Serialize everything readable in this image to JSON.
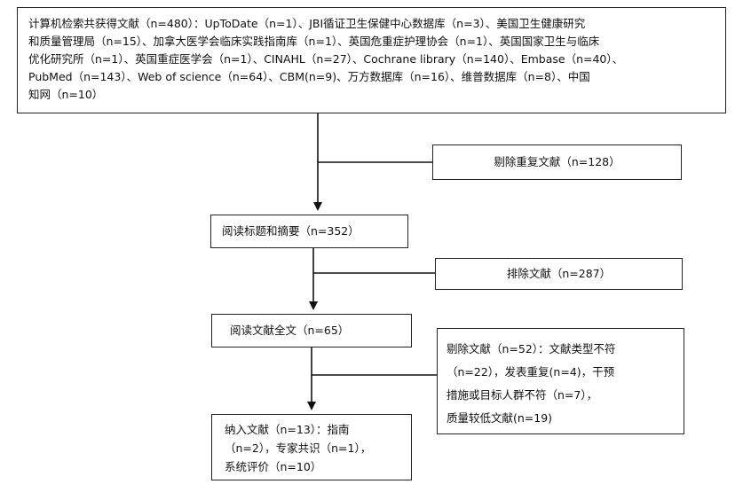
{
  "flowchart": {
    "search_box": {
      "lines": [
        "计算机检索共获得文献（n=480）：UpToDate（n=1）、JBI循证卫生保健中心数据库（n=3）、美国卫生健康研究",
        "和质量管理局（n=15）、加拿大医学会临床实践指南库（n=1）、英国危重症护理协会（n=1）、英国国家卫生与临床",
        "优化研究所（n=1）、英国重症医学会（n=1）、CINAHL（n=27）、Cochrane library（n=140）、Embase（n=40）、",
        "PubMed（n=143）、Web of science（n=64）、CBM(n=9)、万方数据库（n=16）、维普数据库（n=8）、中国",
        "知网（n=10）"
      ]
    },
    "exclude_duplicates": {
      "text": "剔除重复文献（n=128）"
    },
    "title_abstract": {
      "text": "阅读标题和摘要（n=352）"
    },
    "exclude_screen": {
      "text": "排除文献（n=287）"
    },
    "fulltext": {
      "text": "阅读文献全文（n=65）"
    },
    "exclude_fulltext": {
      "lines": [
        "剔除文献（n=52）：文献类型不符",
        "（n=22），发表重复(n=4)，干预",
        "措施或目标人群不符（n=7），",
        "质量较低文献(n=19)"
      ]
    },
    "included": {
      "lines": [
        "纳入文献（n=13）：指南",
        "（n=2），专家共识（n=1），",
        "系统评价（n=10）"
      ]
    }
  }
}
